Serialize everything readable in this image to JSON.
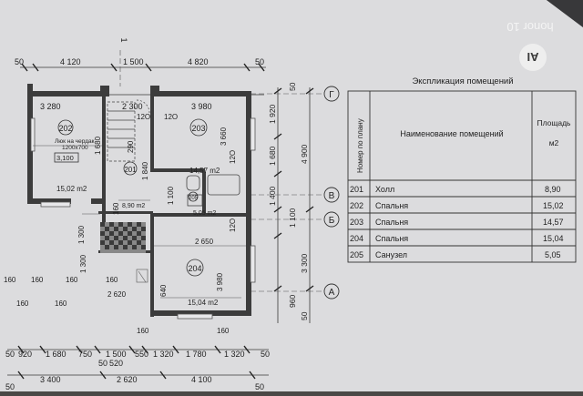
{
  "watermark": {
    "logo": "AI",
    "brand_text": "honor 10"
  },
  "explication": {
    "title": "Экспликация помещений",
    "headers": {
      "number": "Номер по плану",
      "name": "Наименование помещений",
      "area_label": "Площадь",
      "area_unit": "м2"
    },
    "rows": [
      {
        "number": "201",
        "name": "Холл",
        "area": "8,90"
      },
      {
        "number": "202",
        "name": "Спальня",
        "area": "15,02"
      },
      {
        "number": "203",
        "name": "Спальня",
        "area": "14,57"
      },
      {
        "number": "204",
        "name": "Спальня",
        "area": "15,04"
      },
      {
        "number": "205",
        "name": "Санузел",
        "area": "5,05"
      }
    ]
  },
  "plan": {
    "rooms": [
      {
        "id": "202",
        "area": "15,02 m2"
      },
      {
        "id": "203",
        "area": "14,57 m2"
      },
      {
        "id": "201",
        "area": "8,90 m2"
      },
      {
        "id": "205",
        "area": "5,05 m2"
      },
      {
        "id": "204",
        "area": "15,04 m2"
      }
    ],
    "hatch_note": "Люк на чердак",
    "hatch_size": "1200х700",
    "level_mark": "3,100",
    "axes_rows": [
      "Г",
      "В",
      "Б",
      "А"
    ],
    "axis_top": "1",
    "top_dims": [
      "50",
      "4 120",
      "1 500",
      "4 820",
      "50"
    ],
    "top_inner_dims": [
      "3 280",
      "2 300",
      "3 980"
    ],
    "right_dims": [
      "1 920",
      "1 680",
      "1 400",
      "1 100",
      "3 300"
    ],
    "right_total": "4 900",
    "right_ends": [
      "50",
      "960",
      "50"
    ],
    "bottom_row1": [
      "50",
      "920",
      "1 680",
      "750",
      "1 500",
      "550",
      "1 320",
      "1 780",
      "1 320",
      "50"
    ],
    "bottom_row1_extra": [
      "50",
      "520"
    ],
    "bottom_row2": [
      "3 400",
      "2 620",
      "4 100"
    ],
    "bottom_row2_ends": [
      "50",
      "50"
    ],
    "interior_dims": [
      "12О",
      "12О",
      "3 660",
      "1 840",
      "1 680",
      "290",
      "1 100",
      "2 650",
      "3 980",
      "1 300",
      "2 620",
      "12О",
      "12О",
      "160",
      "640",
      "160",
      "160"
    ],
    "left_dims": [
      "160",
      "160",
      "160",
      "160",
      "160",
      "160",
      "1 300"
    ]
  }
}
